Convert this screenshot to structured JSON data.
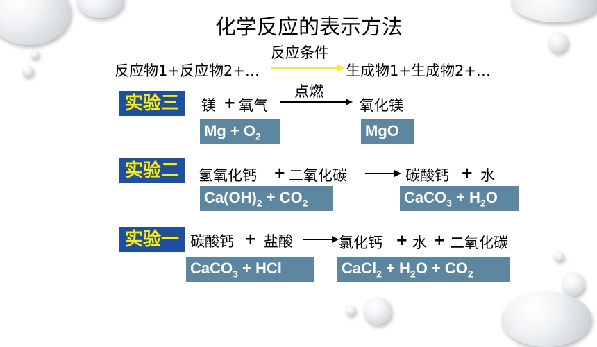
{
  "title": "化学反应的表示方法",
  "general": {
    "left": "反应物1+反应物2+…",
    "condition": "反应条件",
    "right": "生成物1+生成物2+…"
  },
  "exp3": {
    "label": "实验三",
    "reactant_a": "镁",
    "plus": "+",
    "reactant_b": "氧气",
    "condition": "点燃",
    "product": "氧化镁",
    "formula_left": {
      "a": "Mg + O",
      "a_sub": "2"
    },
    "formula_right": "MgO"
  },
  "exp2": {
    "label": "实验二",
    "reactant_a": "氢氧化钙",
    "plus1": "+",
    "reactant_b": "二氧化碳",
    "product_a": "碳酸钙",
    "plus2": "+",
    "product_b": "水",
    "formula_left": {
      "a": "Ca(OH)",
      "a_sub": "2",
      "b": " + CO",
      "b_sub": "2"
    },
    "formula_right": {
      "a": "CaCO",
      "a_sub": "3",
      "b": " + H",
      "b_sub": "2",
      "c": "O"
    }
  },
  "exp1": {
    "label": "实验一",
    "reactant_a": "碳酸钙",
    "plus1": "+",
    "reactant_b": "盐酸",
    "product_a": "氯化钙",
    "plus2": "+",
    "product_b": "水",
    "plus3": "+",
    "product_c": "二氧化碳",
    "formula_left": {
      "a": "CaCO",
      "a_sub": "3",
      "b": " + HCl"
    },
    "formula_right": {
      "a": "CaCl",
      "a_sub": "2",
      "b": " + H",
      "b_sub": "2",
      "c": "O + CO",
      "c_sub": "2"
    }
  },
  "colors": {
    "label_bg": "#1f4fa0",
    "label_text": "#ffee00",
    "formula_bg": "#5d86a0",
    "general_arrow": "#ffee00"
  }
}
